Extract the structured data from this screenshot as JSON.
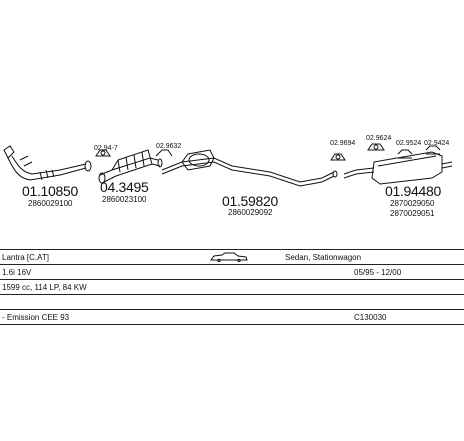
{
  "parts": {
    "p1_number": "01.10850",
    "p1_ref": "2860029100",
    "p2_number": "04.3495",
    "p2_ref": "2860023100",
    "p3_number": "01.59820",
    "p3_ref": "2860029092",
    "p4_number": "01.94480",
    "p4_ref_a": "2870029050",
    "p4_ref_b": "2870029051"
  },
  "tags": {
    "t1": "02.94-7",
    "t2": "02.9632",
    "t3": "02.9694",
    "t4": "02.9624",
    "t5": "02.9524",
    "t6": "02.9424"
  },
  "table": {
    "model": "Lantra [C.AT]",
    "body": "Sedan, Stationwagon",
    "engine": "1.6i 16V",
    "years": "05/95 - 12/00",
    "specs": "1599 cc, 114 LP, 84 KW",
    "emission": "- Emission CEE 93",
    "code": "C130030"
  }
}
